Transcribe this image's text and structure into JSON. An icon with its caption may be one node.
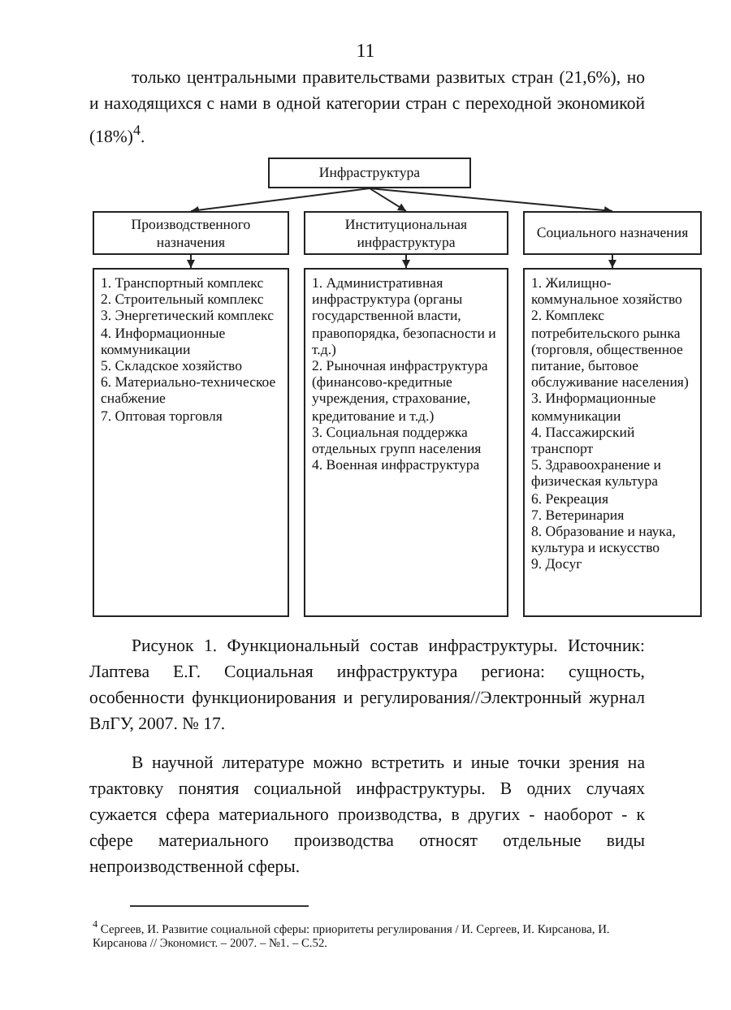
{
  "diagram": {
    "caption": "Рисунок 1. Функциональный состав инфраструктуры. Источник: Лаптева Е.Г. Социальная инфраструктура региона: сущность, особенности функционирования и регулирования//Электронный журнал ВлГУ, 2007. № 17.",
    "nodes": [
      {
        "text": [
          "Инфраструктура"
        ]
      },
      {
        "text": [
          "Производственного назначения"
        ]
      },
      {
        "text": [
          "Институциональная инфраструктура"
        ]
      },
      {
        "text": [
          "Социального назначения"
        ]
      },
      {
        "text": [
          "1. Транспортный комплекс",
          "2. Строительный комплекс",
          "3. Энергетический комплекс",
          "4. Информационные коммуникации",
          "5. Складское хозяйство",
          "6. Материально-техническое снабжение",
          "7. Оптовая торговля"
        ]
      },
      {
        "text": [
          "1. Административная инфраструктура (органы государственной власти, правопорядка, безопасности и т.д.)",
          "2. Рыночная инфраструктура (финансово-кредитные учреждения, страхование, кредитование и т.д.)",
          "3. Социальная поддержка отдельных групп населения",
          "4. Военная инфраструктура"
        ]
      },
      {
        "text": [
          "1. Жилищно-коммунальное хозяйство",
          "2. Комплекс потребительского рынка (торговля, общественное питание, бытовое обслуживание населения)",
          "3. Информационные коммуникации",
          "4. Пассажирский транспорт",
          "5. Здравоохранение и физическая культура",
          "6. Рекреация",
          "7. Ветеринария",
          "8. Образование и наука, культура и искусство",
          "9. Досуг"
        ]
      }
    ],
    "edges": [
      {
        "from": 0,
        "to": 1,
        "arrow": "to"
      },
      {
        "from": 0,
        "to": 2,
        "arrow": "to"
      },
      {
        "from": 0,
        "to": 3,
        "arrow": "to"
      },
      {
        "from": 1,
        "to": 4,
        "arrow": "to"
      },
      {
        "from": 2,
        "to": 5,
        "arrow": "to"
      },
      {
        "from": 3,
        "to": 6,
        "arrow": "to"
      }
    ],
    "labels": [
      "11",
      "только центральными правительствами развитых стран (21,6%), но и находящихся с нами в одной категории стран с переходной экономикой (18%)$^{4}$.",
      "В научной литературе можно встретить и иные точки зрения на трактовку понятия социальной инфраструктуры. В одних случаях сужается сфера материального производства, в других - наоборот - к сфере материального производства относят отдельные виды непроизводственной сферы.",
      "$^{4}$ Сергеев, И. Развитие социальной сферы: приоритеты регулирования / И. Сергеев, И. Кирсанова, И. Кирсанова // Экономист. – 2007. – №1. – С.52."
    ]
  }
}
